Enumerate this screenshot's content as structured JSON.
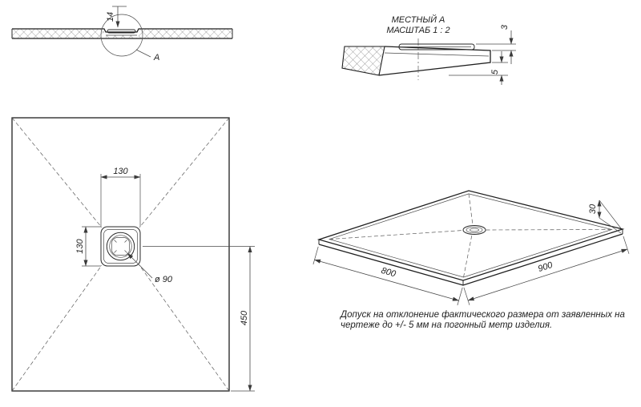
{
  "colors": {
    "line": "#1f1f1f",
    "background": "#ffffff",
    "hatch": "#666666"
  },
  "section_view": {
    "dim_14": "14",
    "detail_label": "A"
  },
  "detail_view": {
    "title": "МЕСТНЫЙ А",
    "scale": "МАСШТАБ 1 : 2",
    "dim_3": "3",
    "dim_5": "5"
  },
  "plan_view": {
    "dim_pocket_w": "130",
    "dim_pocket_h": "130",
    "dim_drain": "ø 90",
    "dim_center_offset": "450"
  },
  "iso_view": {
    "dim_width": "800",
    "dim_depth": "900",
    "dim_height": "30"
  },
  "note": {
    "line1": "Допуск на отклонение фактического размера от заявленных на",
    "line2": "чертеже до +/- 5 мм на погонный метр изделия."
  }
}
